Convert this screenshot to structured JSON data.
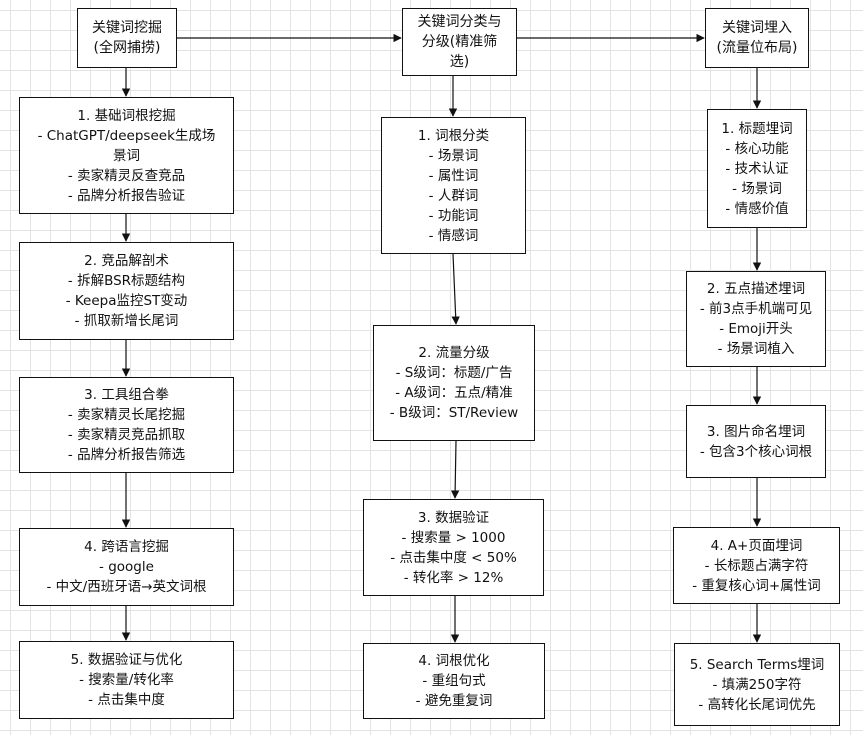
{
  "columns": [
    {
      "header": "关键词挖掘\n(全网捕捞)",
      "steps": [
        "1. 基础词根挖掘\n- ChatGPT/deepseek生成场\n景词\n- 卖家精灵反查竞品\n- 品牌分析报告验证",
        "2. 竞品解剖术\n- 拆解BSR标题结构\n- Keepa监控ST变动\n- 抓取新增长尾词",
        "3. 工具组合拳\n- 卖家精灵长尾挖掘\n- 卖家精灵竞品抓取\n- 品牌分析报告筛选",
        "4. 跨语言挖掘\n- google\n- 中文/西班牙语→英文词根",
        "5. 数据验证与优化\n- 搜索量/转化率\n- 点击集中度"
      ]
    },
    {
      "header": "关键词分类与\n分级(精准筛\n选)",
      "steps": [
        "1. 词根分类\n- 场景词\n- 属性词\n- 人群词\n- 功能词\n- 情感词",
        "2. 流量分级\n- S级词：标题/广告\n- A级词：五点/精准\n- B级词：ST/Review",
        "3. 数据验证\n- 搜索量 > 1000\n- 点击集中度 < 50%\n- 转化率 > 12%",
        "4. 词根优化\n- 重组句式\n- 避免重复词"
      ]
    },
    {
      "header": "关键词埋入\n(流量位布局)",
      "steps": [
        "1. 标题埋词\n- 核心功能\n- 技术认证\n- 场景词\n- 情感价值",
        "2. 五点描述埋词\n- 前3点手机端可见\n- Emoji开头\n- 场景词植入",
        "3. 图片命名埋词\n- 包含3个核心词根",
        "4. A+页面埋词\n- 长标题占满字符\n- 重复核心词+属性词",
        "5. Search Terms埋词\n- 填满250字符\n- 高转化长尾词优先"
      ]
    }
  ]
}
